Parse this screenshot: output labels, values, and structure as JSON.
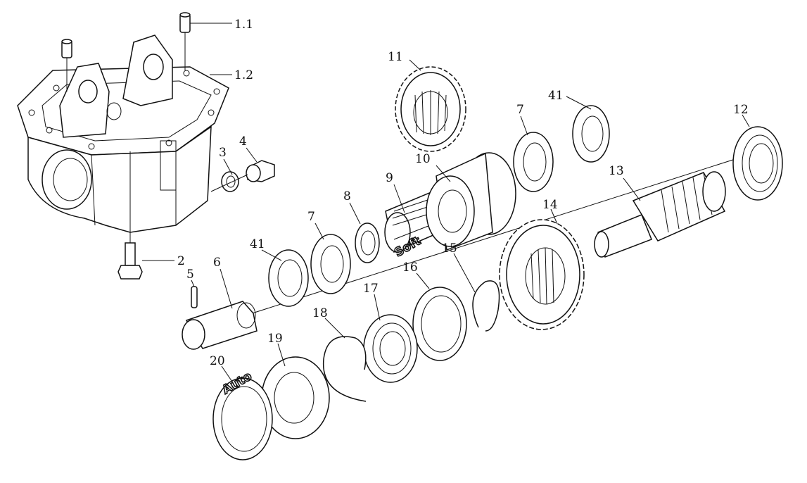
{
  "callouts": {
    "c1_1": "1.1",
    "c1_2": "1.2",
    "c2": "2",
    "c3": "3",
    "c4": "4",
    "c5": "5",
    "c6": "6",
    "c7a": "7",
    "c7b": "7",
    "c8": "8",
    "c9": "9",
    "c10": "10",
    "c11": "11",
    "c12": "12",
    "c13": "13",
    "c14": "14",
    "c15": "15",
    "c16": "16",
    "c17": "17",
    "c18": "18",
    "c19": "19",
    "c20": "20",
    "c41a": "41",
    "c41b": "41"
  },
  "watermark": {
    "left": "Auto",
    "right": "Soft"
  }
}
